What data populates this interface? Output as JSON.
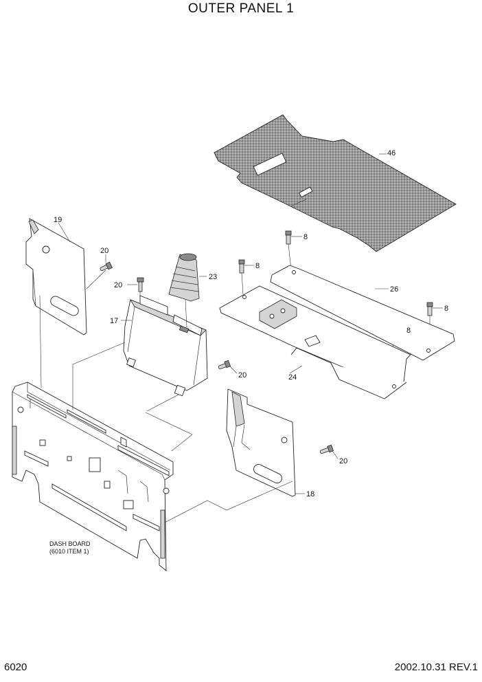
{
  "title": "OUTER PANEL 1",
  "page_number": "6020",
  "revision": "2002.10.31 REV.1",
  "callouts": {
    "c46": "46",
    "c19": "19",
    "c20a": "20",
    "c20b": "20",
    "c23": "23",
    "c17": "17",
    "c8a": "8",
    "c8b": "8",
    "c8c": "8",
    "c8d": "8",
    "c26": "26",
    "c24": "24",
    "c20c": "20",
    "c20d": "20",
    "c18": "18"
  },
  "note": {
    "line1": "DASH BOARD",
    "line2": "(6010 ITEM 1)"
  },
  "colors": {
    "mat_fill": "#8c8c8c",
    "line": "#222222"
  }
}
